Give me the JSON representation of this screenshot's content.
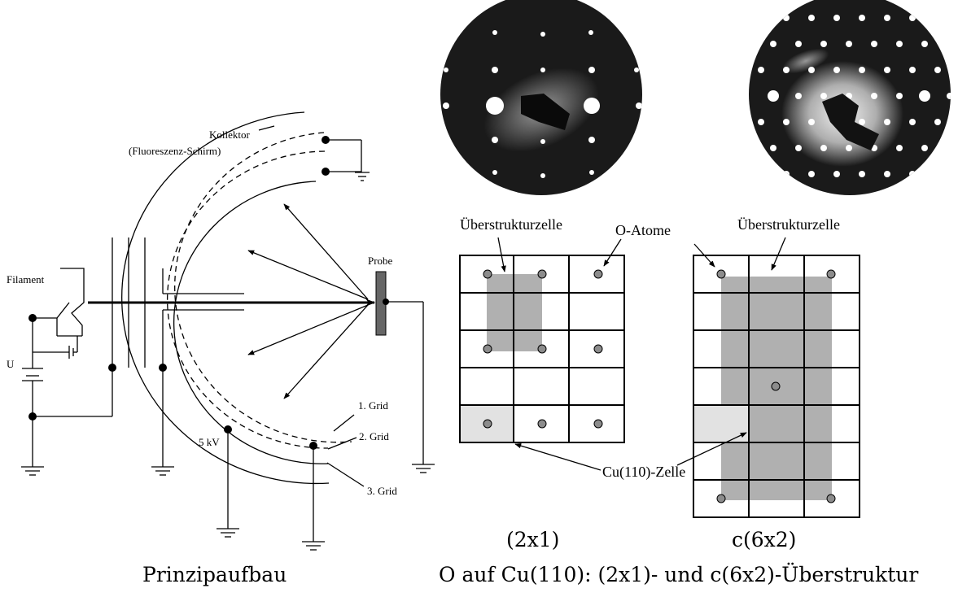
{
  "apparatus": {
    "kollektor": "Kollektor",
    "kollektor_sub": "(Fluoreszenz-Schirm)",
    "probe": "Probe",
    "filament": "Filament",
    "voltage": "U",
    "grid1": "1. Grid",
    "grid2": "2. Grid",
    "grid3": "3. Grid",
    "kv": "5 kV",
    "caption": "Prinzipaufbau"
  },
  "structure": {
    "label_cell_left": "Überstrukturzelle",
    "label_atoms": "O-Atome",
    "label_cell_right": "Überstrukturzelle",
    "label_cu": "Cu(110)-Zelle",
    "label_2x1": "(2x1)",
    "label_c6x2": "c(6x2)",
    "caption": "O auf Cu(110): (2x1)- und c(6x2)-Überstruktur"
  },
  "colors": {
    "superstructure_fill": "#b0b0b0",
    "cu_cell_fill": "#e2e2e2",
    "atom_fill": "#8c8c8c",
    "leed_background": "#1a1a1a",
    "leed_spot": "#ffffff"
  }
}
